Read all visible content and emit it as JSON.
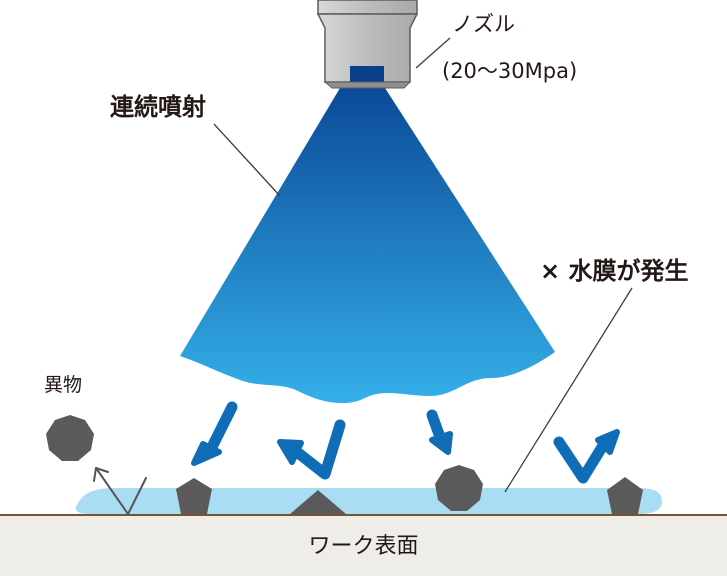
{
  "labels": {
    "nozzle": "ノズル",
    "pressure": "(20～30Mpa)",
    "continuous_spray": "連続噴射",
    "water_film": "× 水膜が発生",
    "foreign_matter": "異物",
    "work_surface": "ワーク表面"
  },
  "colors": {
    "spray_top": "#0b4a98",
    "spray_bottom": "#35b0e8",
    "water_film": "#a9ddf3",
    "arrow": "#0f6cb6",
    "particle": "#5b5a5a",
    "work_surface": "#eeede8",
    "work_line": "#7a5230",
    "nozzle_body": "#bebebe"
  }
}
